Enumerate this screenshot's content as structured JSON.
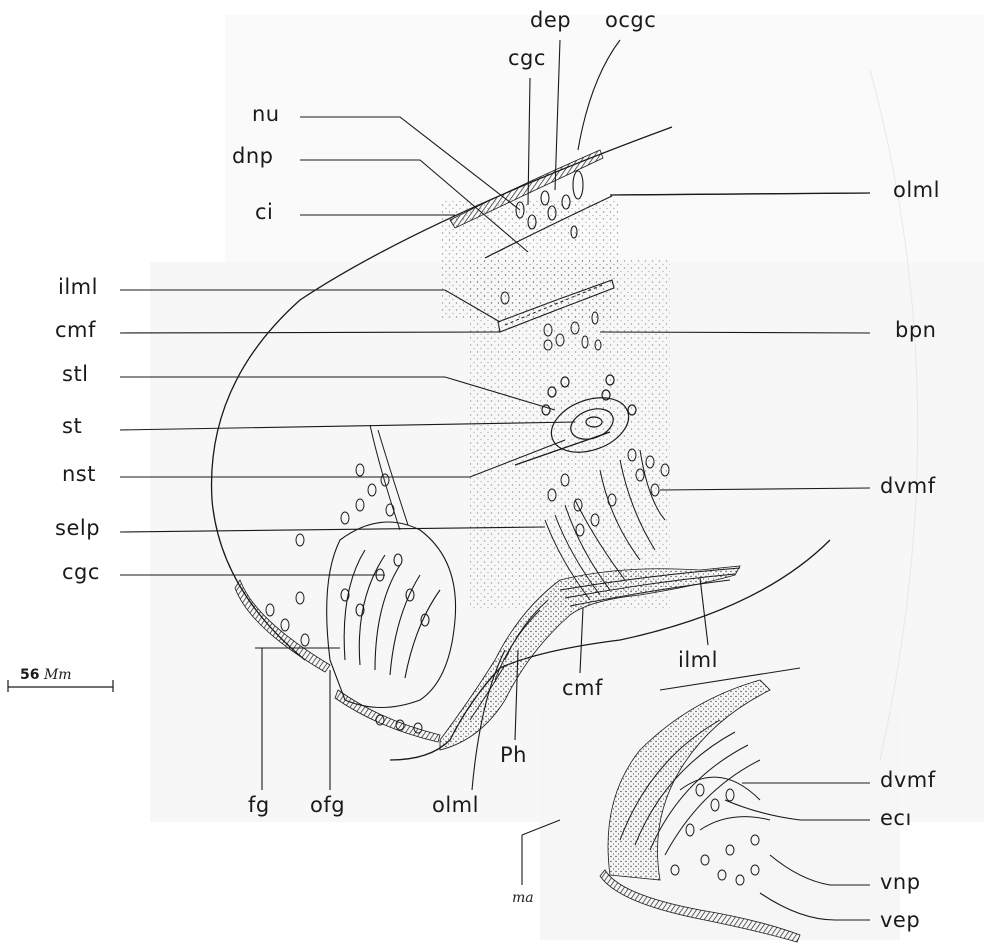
{
  "labels": {
    "dep": "dep",
    "ocgc": "ocgc",
    "cgc_top": "cgc",
    "nu": "nu",
    "dnp": "dnp",
    "ci": "ci",
    "olml_right": "olml",
    "ilml_left": "ilml",
    "cmf_left": "cmf",
    "bpn": "bpn",
    "stl": "stl",
    "st": "st",
    "nst": "nst",
    "dvmf_mid": "dvmf",
    "selp": "selp",
    "cgc_left": "cgc",
    "ilml_bottom": "ilml",
    "cmf_bottom": "cmf",
    "ph": "Ph",
    "fg": "fg",
    "ofg": "ofg",
    "olml_bottom": "olml",
    "dvmf_low": "dvmf",
    "ec1": "ecı",
    "vnp": "vnp",
    "vep": "vep",
    "ma": "ma"
  },
  "scale_bar": {
    "value": "56",
    "unit": "Mm"
  },
  "colors": {
    "ink": "#1a1a1a",
    "stipple": "#555555",
    "paper": "#ffffff",
    "shade": "#f3f3f3"
  }
}
